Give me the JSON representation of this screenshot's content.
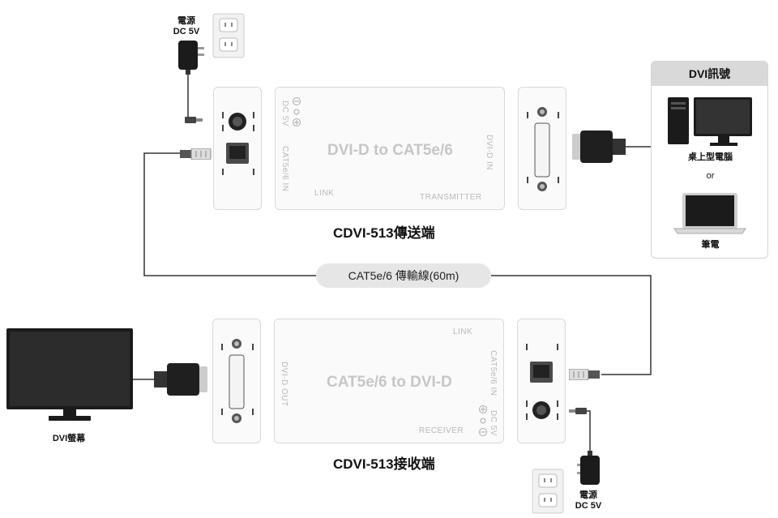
{
  "power_top": {
    "label_line1": "電源",
    "label_line2": "DC 5V"
  },
  "power_bottom": {
    "label_line1": "電源",
    "label_line2": "DC 5V"
  },
  "transmitter": {
    "title": "DVI-D to CAT5e/6",
    "dc_label": "DC 5V",
    "cat_label": "CAT5e/6 IN",
    "dvi_label": "DVI-D IN",
    "link_label": "LINK",
    "type_label": "TRANSMITTER",
    "caption": "CDVI-513傳送端"
  },
  "receiver": {
    "title": "CAT5e/6 to DVI-D",
    "dc_label": "DC 5V",
    "cat_label": "CAT5e/6 IN",
    "dvi_label": "DVI-D OUT",
    "link_label": "LINK",
    "type_label": "RECEIVER",
    "caption": "CDVI-513接收端"
  },
  "cable_label": "CAT5e/6 傳輸線(60m)",
  "dvi_source": {
    "header": "DVI訊號",
    "desktop_label": "桌上型電腦",
    "or_label": "or",
    "laptop_label": "筆電"
  },
  "monitor_label": "DVI螢幕"
}
